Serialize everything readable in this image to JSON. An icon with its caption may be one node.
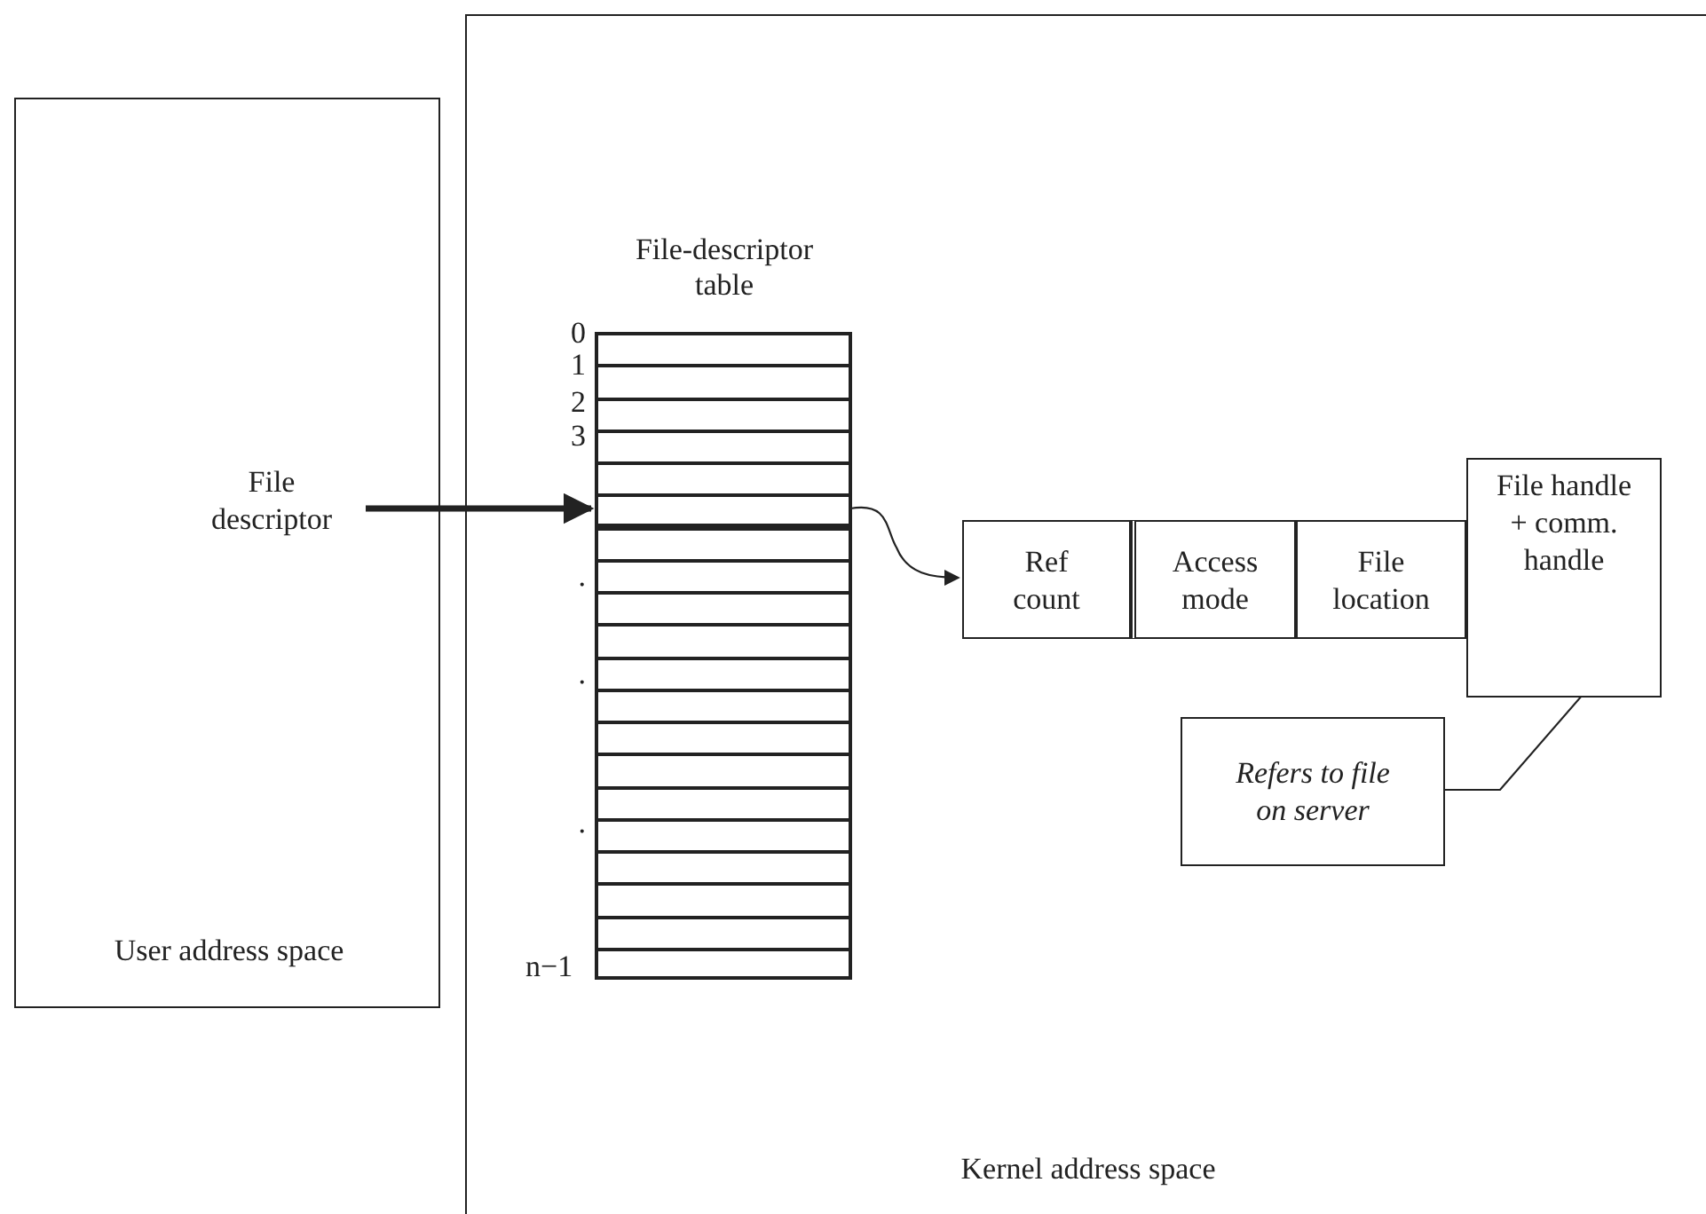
{
  "diagram": {
    "nodes": [
      {
        "text": [
          "User address space"
        ]
      },
      {
        "text": [
          "File descriptor"
        ],
        "in": 0
      },
      {
        "text": [
          "Kernel address space"
        ]
      },
      {
        "text": [
          "File-descriptor table"
        ],
        "in": 2
      },
      {
        "text": [],
        "shape": "box",
        "in": 3
      },
      {
        "text": [
          "Ref count"
        ],
        "in": 2
      },
      {
        "text": [
          "Access mode"
        ],
        "in": 2
      },
      {
        "text": [
          "File location"
        ],
        "in": 2
      },
      {
        "text": [
          "File handle + comm. handle"
        ],
        "in": 2
      },
      {
        "text": [
          "Refers to file on server"
        ],
        "in": 2
      }
    ],
    "edges": [
      {
        "from": 1,
        "to": 4,
        "arrow": "to",
        "style": "thick"
      },
      {
        "from": 4,
        "to": 5,
        "arrow": "to"
      },
      {
        "from": 9,
        "to": 8,
        "arrow": "none"
      }
    ],
    "labels": [
      "0",
      "1",
      "2",
      "3",
      ".",
      ".",
      ".",
      "n−1"
    ]
  }
}
